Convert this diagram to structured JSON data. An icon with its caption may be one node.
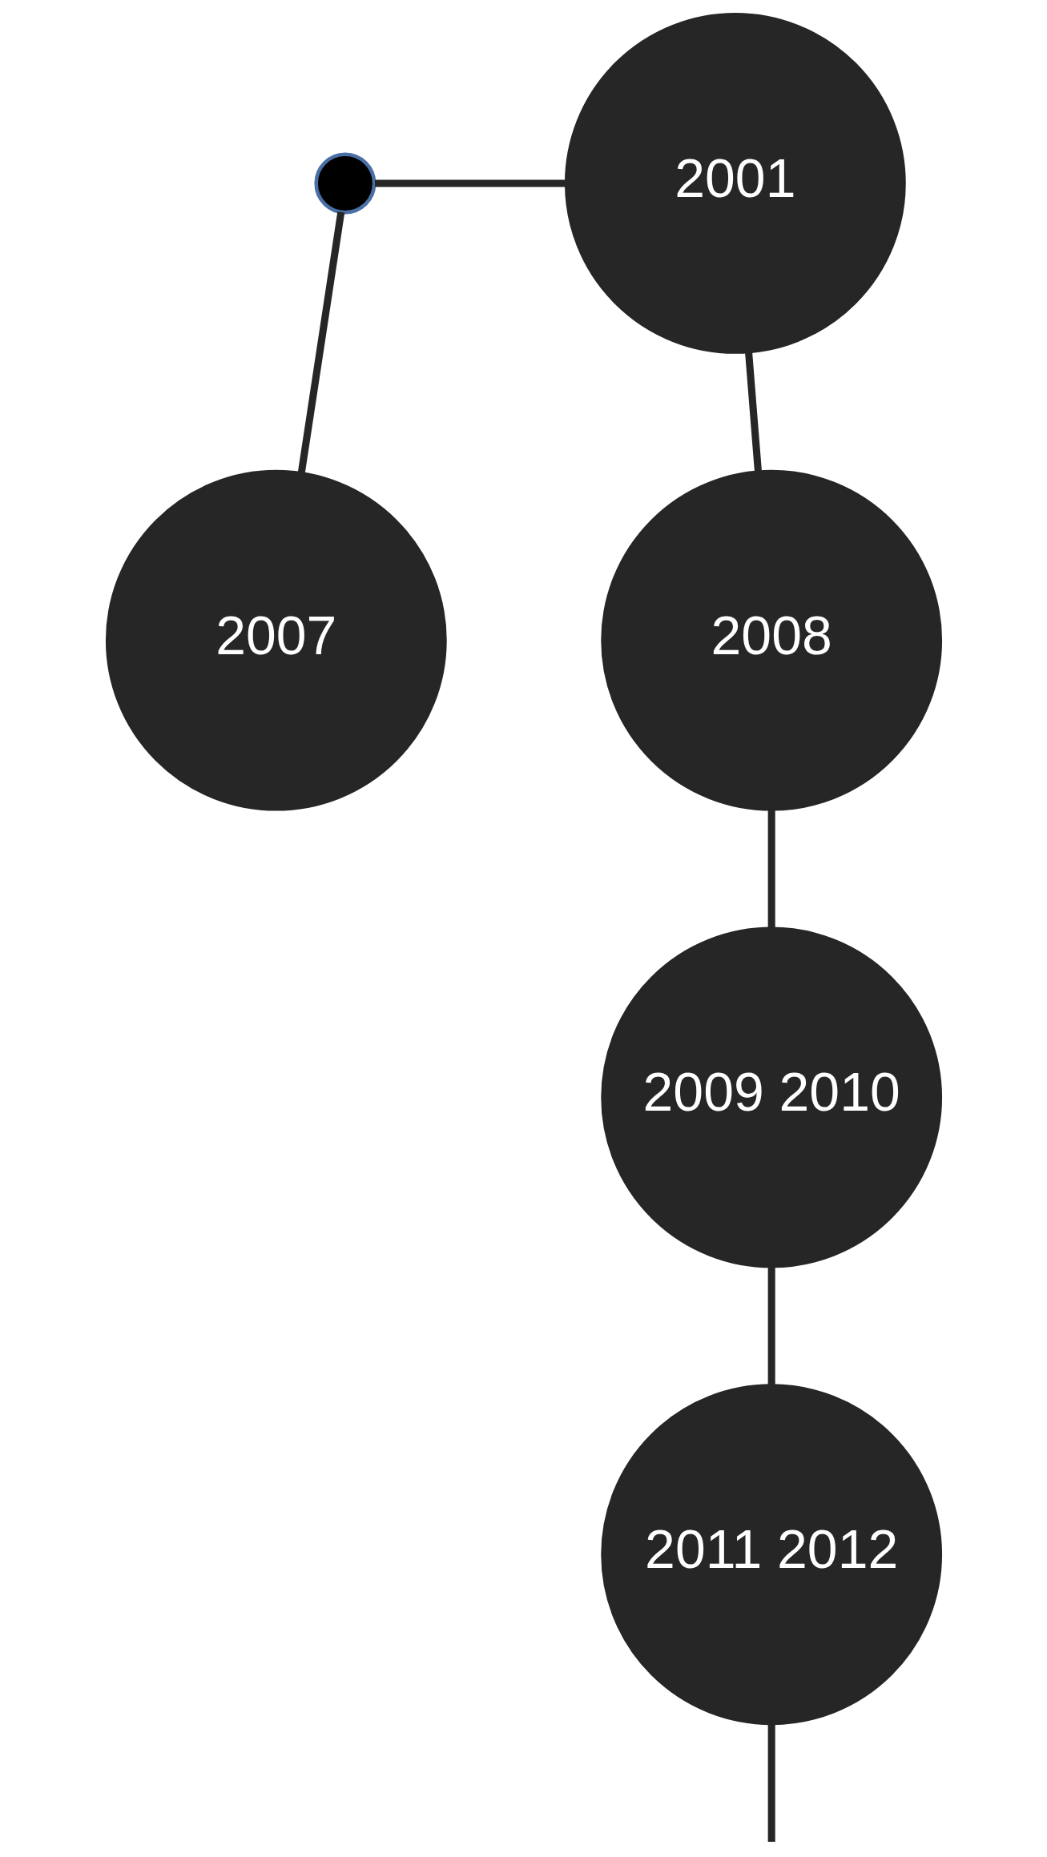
{
  "diagram": {
    "nodes": [
      {
        "text": [],
        "shape": "circle"
      },
      {
        "text": [
          "2001"
        ]
      },
      {
        "text": [
          "2007"
        ]
      },
      {
        "text": [
          "2008"
        ]
      },
      {
        "text": [
          "2009 2010"
        ]
      },
      {
        "text": [
          "2011 2012"
        ]
      }
    ],
    "edges": [
      {
        "from": 0,
        "to": 1,
        "arrow": "none"
      },
      {
        "from": 0,
        "to": 2,
        "arrow": "none"
      },
      {
        "from": 1,
        "to": 3,
        "arrow": "none"
      },
      {
        "from": 3,
        "to": 4,
        "arrow": "none"
      },
      {
        "from": 4,
        "to": 5,
        "arrow": "none"
      },
      {
        "from": 5,
        "to": null,
        "arrow": "none"
      }
    ]
  }
}
